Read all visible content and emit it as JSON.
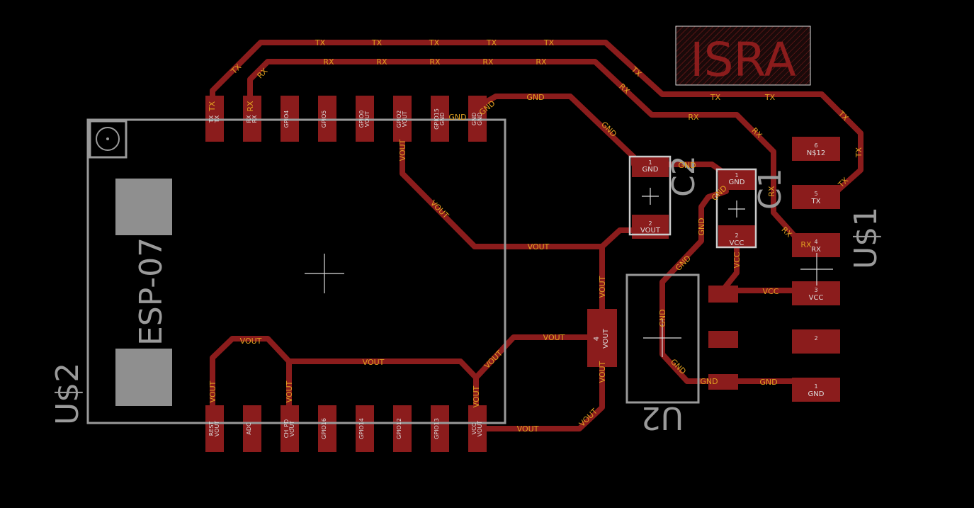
{
  "title": "ISRA",
  "parts": {
    "esp": {
      "ref": "U$2",
      "value": "ESP-07"
    },
    "header": {
      "ref": "U$1"
    },
    "regulator": {
      "ref": "U2"
    },
    "cap1": {
      "ref": "C1"
    },
    "cap2": {
      "ref": "C2"
    }
  },
  "nets": {
    "tx": "TX",
    "rx": "RX",
    "gnd": "GND",
    "vout": "VOUT",
    "vcc": "VCC"
  },
  "esp_top_pins": [
    [
      "TX",
      "TX"
    ],
    [
      "RX",
      "RX"
    ],
    [
      "GPIO4",
      ""
    ],
    [
      "GPIO5",
      ""
    ],
    [
      "GPIO0",
      "VOUT"
    ],
    [
      "GPIO2",
      "VOUT"
    ],
    [
      "GPIO15",
      "GND"
    ],
    [
      "GND",
      "GND"
    ]
  ],
  "esp_bottom_pins": [
    [
      "REST",
      "VOUT"
    ],
    [
      "ADC",
      ""
    ],
    [
      "CH_PD",
      "VOUT"
    ],
    [
      "GPIO16",
      ""
    ],
    [
      "GPIO14",
      ""
    ],
    [
      "GPIO12",
      ""
    ],
    [
      "GPIO13",
      ""
    ],
    [
      "VCC",
      "VOUT"
    ]
  ],
  "header_pins": [
    [
      "6",
      "N$12"
    ],
    [
      "5",
      "TX"
    ],
    [
      "4",
      "RX"
    ],
    [
      "3",
      "VCC"
    ],
    [
      "2",
      ""
    ],
    [
      "1",
      "GND"
    ]
  ],
  "cap_pins": {
    "c2": [
      [
        "1",
        "GND"
      ],
      [
        "2",
        "VOUT"
      ]
    ],
    "c1": [
      [
        "1",
        "GND"
      ],
      [
        "2",
        "VCC"
      ]
    ]
  },
  "regulator_tab": [
    "4",
    "VOUT"
  ]
}
